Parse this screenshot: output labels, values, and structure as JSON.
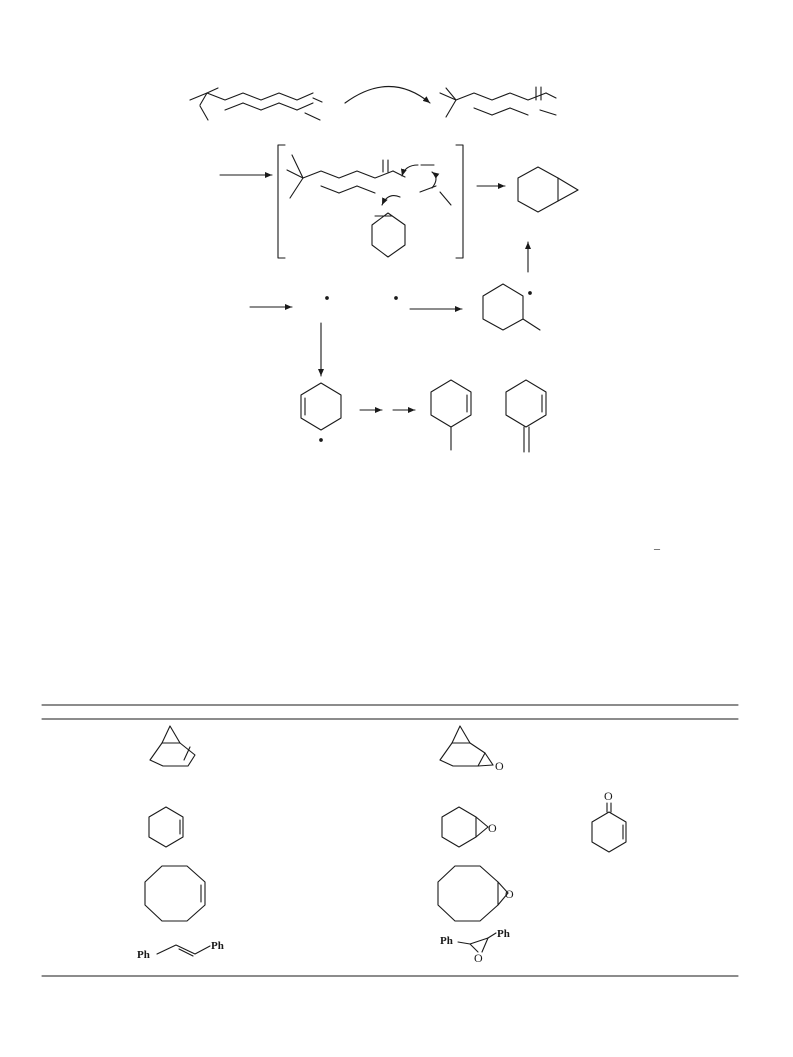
{
  "scheme": {
    "dash_mark": "–"
  },
  "table": {
    "structures": {
      "ring_oxygen": "O",
      "ketone_oxygen": "O",
      "phenyl": "Ph"
    }
  }
}
